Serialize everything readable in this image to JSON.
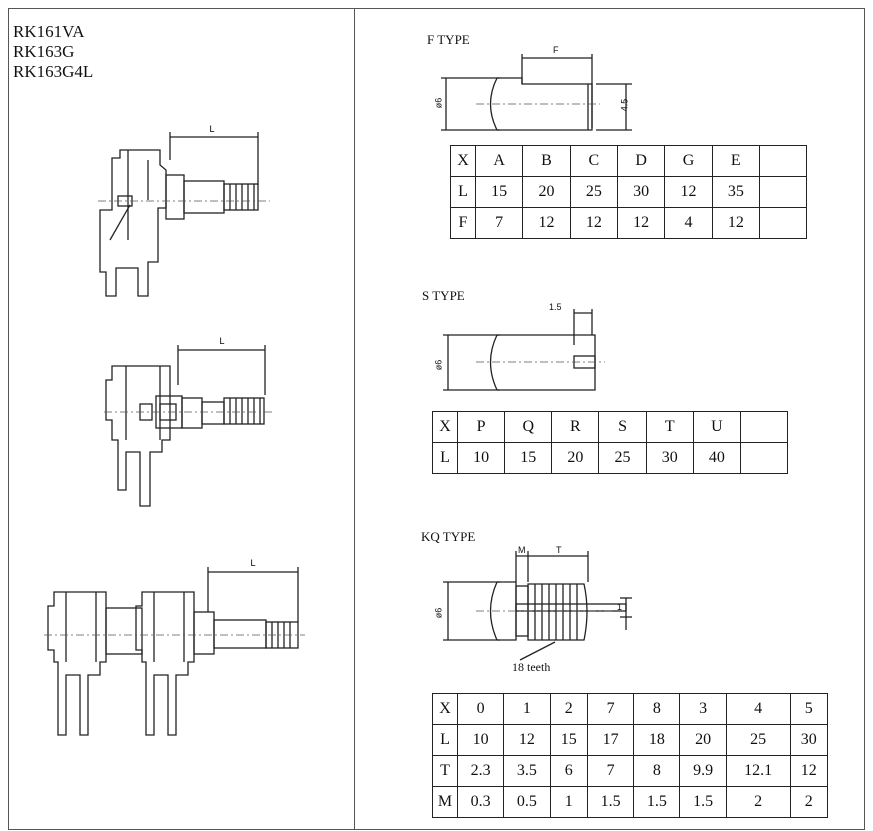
{
  "models": [
    "RK161VA",
    "RK163G",
    "RK163G4L"
  ],
  "left_drawings": {
    "dimension_label": "L"
  },
  "f_type": {
    "title": "F TYPE",
    "dim_labels": {
      "width": "F",
      "diameter": "ø6",
      "flat": "4.5"
    },
    "table": {
      "rows": [
        {
          "header": "X",
          "cells": [
            "A",
            "B",
            "C",
            "D",
            "G",
            "E",
            ""
          ]
        },
        {
          "header": "L",
          "cells": [
            "15",
            "20",
            "25",
            "30",
            "12",
            "35",
            ""
          ]
        },
        {
          "header": "F",
          "cells": [
            "7",
            "12",
            "12",
            "12",
            "4",
            "12",
            ""
          ]
        }
      ]
    }
  },
  "s_type": {
    "title": "S TYPE",
    "dim_labels": {
      "slot": "1.5",
      "diameter": "ø6"
    },
    "table": {
      "rows": [
        {
          "header": "X",
          "cells": [
            "P",
            "Q",
            "R",
            "S",
            "T",
            "U",
            ""
          ]
        },
        {
          "header": "L",
          "cells": [
            "10",
            "15",
            "20",
            "25",
            "30",
            "40",
            ""
          ]
        }
      ]
    }
  },
  "kq_type": {
    "title": "KQ TYPE",
    "dim_labels": {
      "m": "M",
      "t": "T",
      "diameter": "ø6",
      "one": "1"
    },
    "teeth_label": "18 teeth",
    "table": {
      "rows": [
        {
          "header": "X",
          "cells": [
            "0",
            "1",
            "2",
            "7",
            "8",
            "3",
            "4",
            "5"
          ]
        },
        {
          "header": "L",
          "cells": [
            "10",
            "12",
            "15",
            "17",
            "18",
            "20",
            "25",
            "30"
          ]
        },
        {
          "header": "T",
          "cells": [
            "2.3",
            "3.5",
            "6",
            "7",
            "8",
            "9.9",
            "12.1",
            "12"
          ]
        },
        {
          "header": "M",
          "cells": [
            "0.3",
            "0.5",
            "1",
            "1.5",
            "1.5",
            "1.5",
            "2",
            "2"
          ]
        }
      ]
    }
  }
}
